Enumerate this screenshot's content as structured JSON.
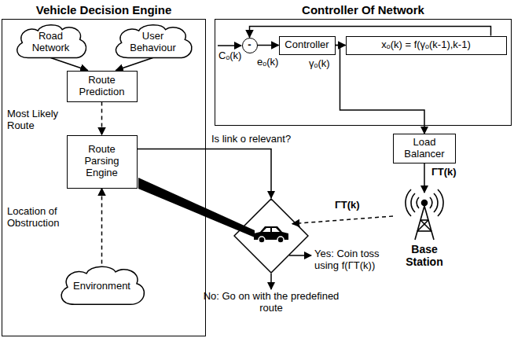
{
  "diagram": {
    "nodes": [
      {
        "text": [
          "Vehicle Decision Engine"
        ]
      },
      {
        "text": [
          "Road Network"
        ],
        "in": 0
      },
      {
        "text": [
          "User Behaviour"
        ],
        "in": 0
      },
      {
        "text": [
          "Route Prediction"
        ],
        "in": 0
      },
      {
        "text": [
          "Route Parsing Engine"
        ],
        "in": 0
      },
      {
        "text": [
          "Environment"
        ],
        "in": 0
      },
      {
        "text": [
          "Controller Of Network"
        ]
      },
      {
        "text": [
          "-"
        ],
        "in": 6
      },
      {
        "text": [
          "Controller"
        ],
        "in": 6
      },
      {
        "text": [
          "xₒ(k) = f(γₒ(k-1),k-1)"
        ],
        "in": 6
      },
      {
        "text": [
          "Load Balancer"
        ]
      },
      {
        "text": [
          "Yes: Coin toss using f(ΓT(k))",
          "No: Go on with the predefined route"
        ]
      },
      {
        "text": [
          "Base Station"
        ]
      }
    ],
    "edges": [
      {
        "from": 1,
        "to": 3,
        "arrow": "to"
      },
      {
        "from": 2,
        "to": 3,
        "arrow": "to"
      },
      {
        "from": 3,
        "to": 4,
        "arrow": "to",
        "label": "Most Likely Route"
      },
      {
        "from": 5,
        "to": 4,
        "arrow": "to",
        "label": "Location of Obstruction"
      },
      {
        "from": 4,
        "to": 11,
        "arrow": "to",
        "label": "Is link o relevant?"
      },
      {
        "from": 7,
        "to": 8,
        "arrow": "to",
        "label": "eₒ(k)"
      },
      {
        "from": 8,
        "to": 9,
        "arrow": "to"
      },
      {
        "from": 9,
        "to": 7,
        "arrow": "to"
      },
      {
        "from": 8,
        "to": 10,
        "arrow": "to",
        "label": "γₒ(k)"
      },
      {
        "from": 10,
        "to": 12,
        "arrow": "to",
        "label": "ΓT(k)"
      },
      {
        "from": 12,
        "to": 11,
        "arrow": "to",
        "label": "ΓT(k)"
      }
    ],
    "labels": [
      "Cₒ(k)"
    ]
  }
}
